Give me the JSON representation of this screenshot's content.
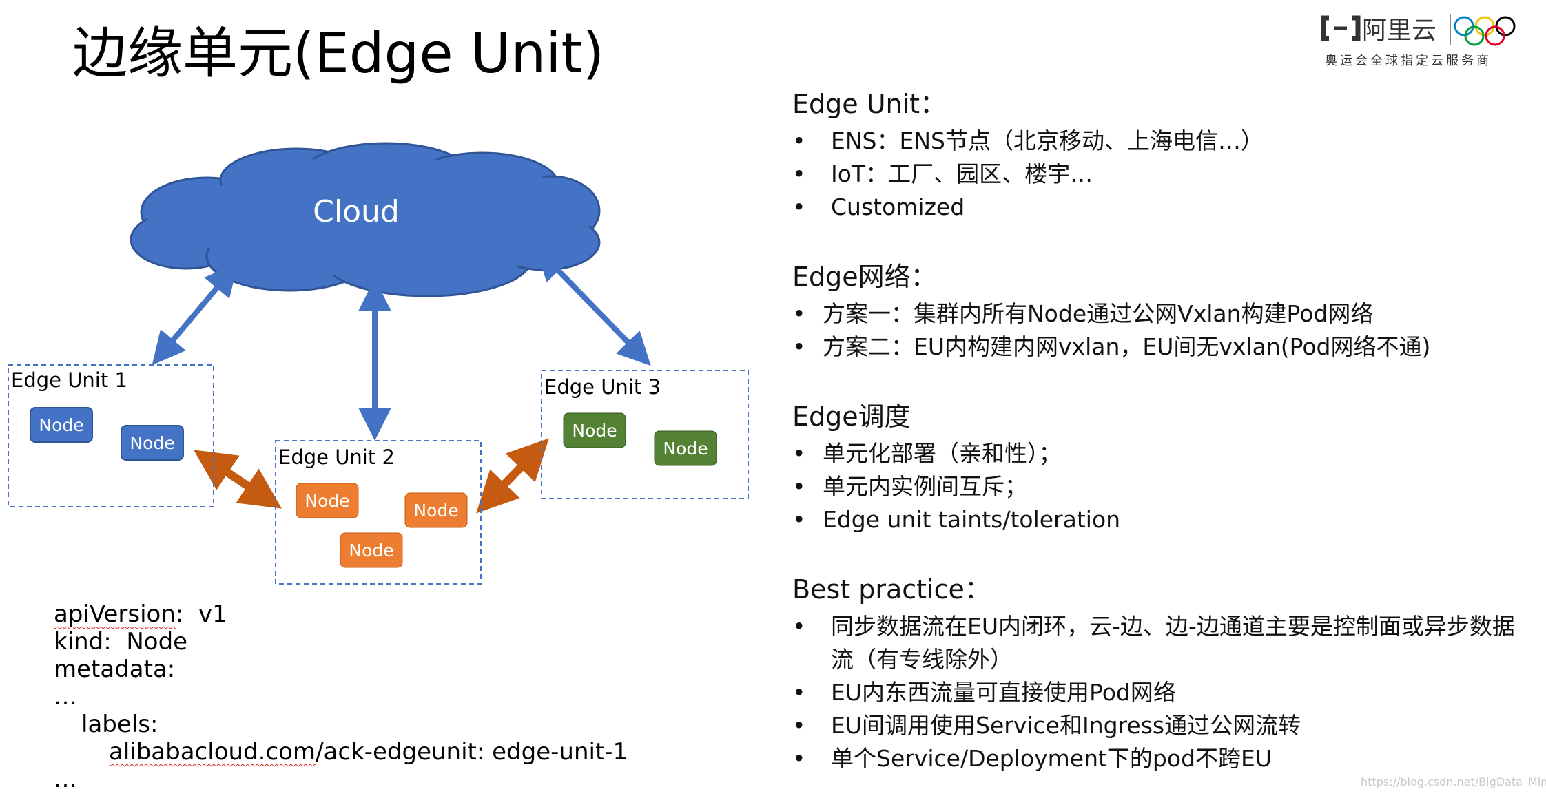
{
  "title": "边缘单元(Edge Unit)",
  "logo": {
    "brand_text": "阿里云",
    "subtitle": "奥运会全球指定云服务商",
    "ring_colors": [
      "#0085C7",
      "#F4C300",
      "#000000",
      "#009F3D",
      "#DF0024"
    ]
  },
  "diagram": {
    "cloud_label": "Cloud",
    "node_label": "Node",
    "units": [
      {
        "name": "Edge Unit 1",
        "node_color": "#4472C4",
        "nodes": 2
      },
      {
        "name": "Edge Unit 2",
        "node_color": "#ED7D31",
        "nodes": 3
      },
      {
        "name": "Edge Unit 3",
        "node_color": "#548235",
        "nodes": 2
      }
    ],
    "colors": {
      "cloud": "#4472C4",
      "cloud_arrow": "#4472C4",
      "peer_arrow": "#C55A11",
      "unit_border": "#4472C4"
    }
  },
  "code": {
    "l1_key": "apiVersion",
    "l1_val": ":  v1",
    "l2": "kind:  Node",
    "l3": "metadata:",
    "l4": "…",
    "l5": "labels:",
    "l6_key": "alibabacloud.com",
    "l6_val": "/ack-edgeunit: edge-unit-1",
    "l7": "…"
  },
  "sections": {
    "unit": {
      "title": "Edge Unit：",
      "items": [
        "ENS：ENS节点（北京移动、上海电信…）",
        "IoT：工厂、园区、楼宇…",
        "Customized"
      ]
    },
    "network": {
      "title": "Edge网络：",
      "items": [
        "方案一：集群内所有Node通过公网Vxlan构建Pod网络",
        "方案二：EU内构建内网vxlan，EU间无vxlan(Pod网络不通)"
      ]
    },
    "schedule": {
      "title": "Edge调度",
      "items": [
        "单元化部署（亲和性）；",
        "单元内实例间互斥；",
        "Edge unit taints/toleration"
      ]
    },
    "practice": {
      "title": "Best practice：",
      "items": [
        "同步数据流在EU内闭环，云-边、边-边通道主要是控制面或异步数据流（有专线除外）",
        "EU内东西流量可直接使用Pod网络",
        "EU间调用使用Service和Ingress通过公网流转",
        "单个Service/Deployment下的pod不跨EU"
      ]
    }
  },
  "bullet_char": "•",
  "watermark": "https://blog.csdn.net/BigData_Mining"
}
